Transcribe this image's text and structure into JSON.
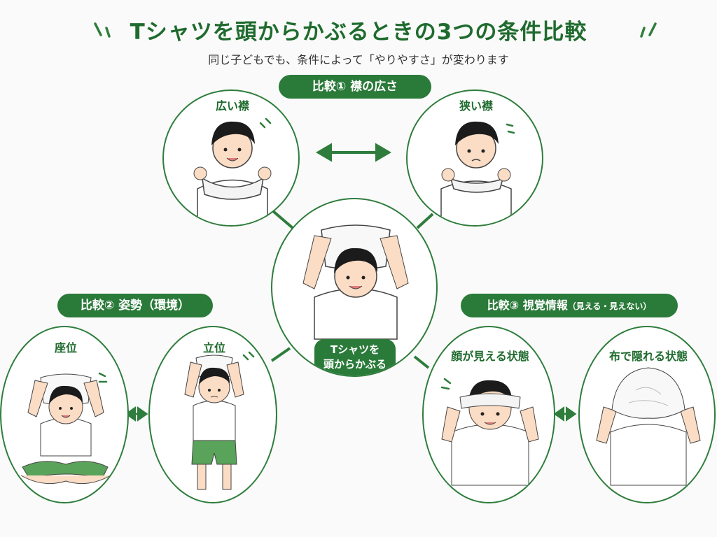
{
  "title": "Tシャツを頭からかぶるときの3つの条件比較",
  "subtitle": "同じ子どもでも、条件によって「やりやすさ」が変わります",
  "center": {
    "label_line1": "Tシャツを",
    "label_line2": "頭からかぶる"
  },
  "comparisons": [
    {
      "title": "比較① 襟の広さ",
      "panels": [
        {
          "label": "広い襟"
        },
        {
          "label": "狭い襟"
        }
      ]
    },
    {
      "title": "比較② 姿勢（環境）",
      "panels": [
        {
          "label": "座位"
        },
        {
          "label": "立位"
        }
      ]
    },
    {
      "title": "比較③ 視覚情報",
      "title_suffix": "（見える・見えない）",
      "panels": [
        {
          "label": "顔が見える状態"
        },
        {
          "label": "布で隠れる状態"
        }
      ]
    }
  ],
  "colors": {
    "accent": "#2a7a39",
    "accent_dark": "#1f6b2e",
    "skin": "#fbdcc4",
    "hair": "#1b1b1b",
    "shorts": "#5aa35a"
  }
}
